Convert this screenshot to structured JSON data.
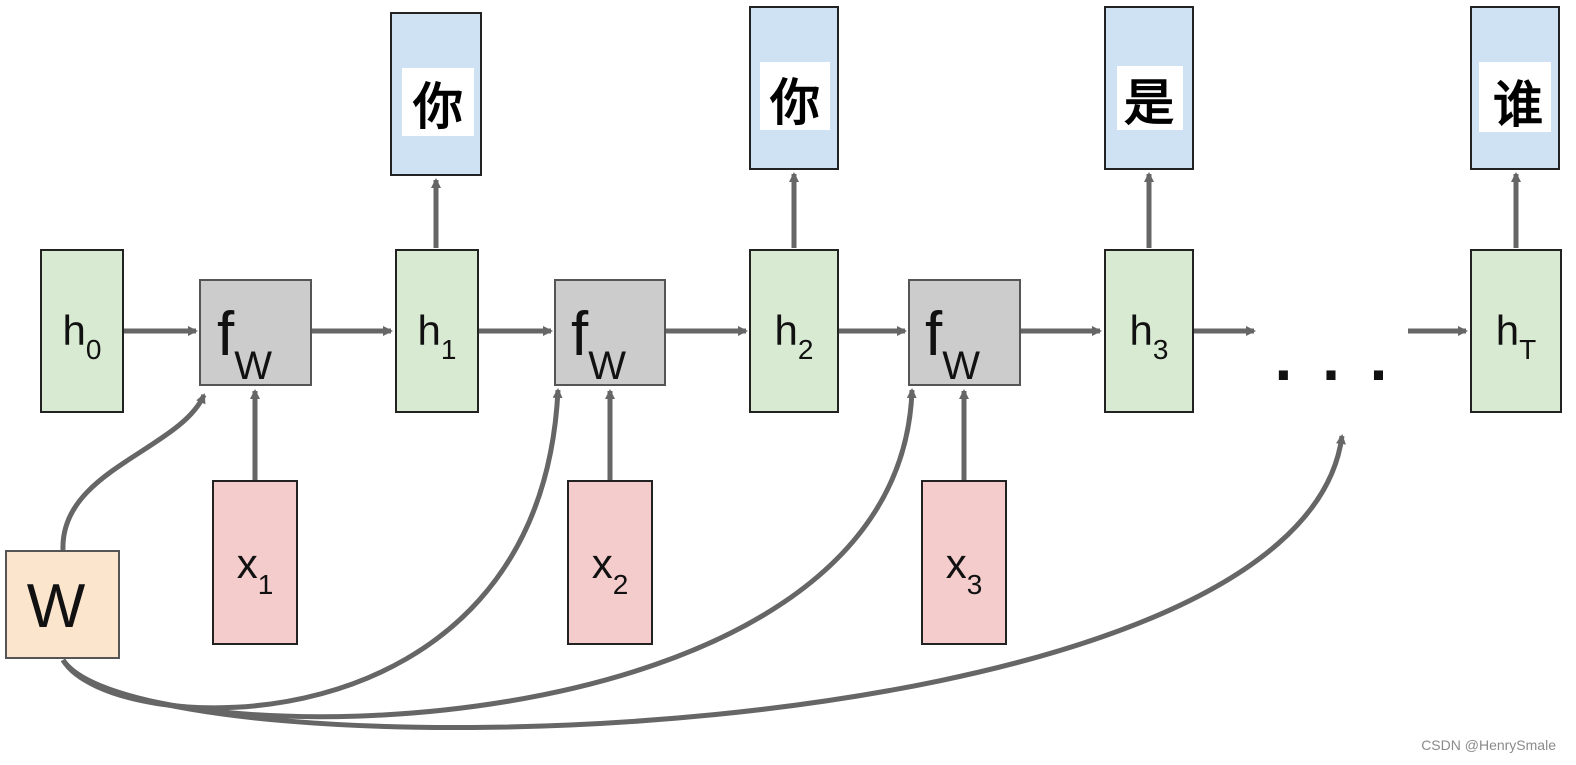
{
  "colors": {
    "hidden_fill": "#d9ead3",
    "func_fill": "#cccccc",
    "input_fill": "#f4cccc",
    "output_fill": "#cfe2f3",
    "weight_fill": "#fce5cd",
    "arrow": "#666666",
    "border": "#222222"
  },
  "hidden": [
    {
      "base": "h",
      "sub": "0"
    },
    {
      "base": "h",
      "sub": "1"
    },
    {
      "base": "h",
      "sub": "2"
    },
    {
      "base": "h",
      "sub": "3"
    },
    {
      "base": "h",
      "sub": "T"
    }
  ],
  "functions": [
    {
      "base": "f",
      "sub": "W"
    },
    {
      "base": "f",
      "sub": "W"
    },
    {
      "base": "f",
      "sub": "W"
    }
  ],
  "inputs": [
    {
      "base": "x",
      "sub": "1"
    },
    {
      "base": "x",
      "sub": "2"
    },
    {
      "base": "x",
      "sub": "3"
    }
  ],
  "outputs": [
    "你",
    "你",
    "是",
    "谁"
  ],
  "weight": {
    "label": "W"
  },
  "ellipsis": ". . .",
  "watermark": "CSDN @HenrySmale"
}
